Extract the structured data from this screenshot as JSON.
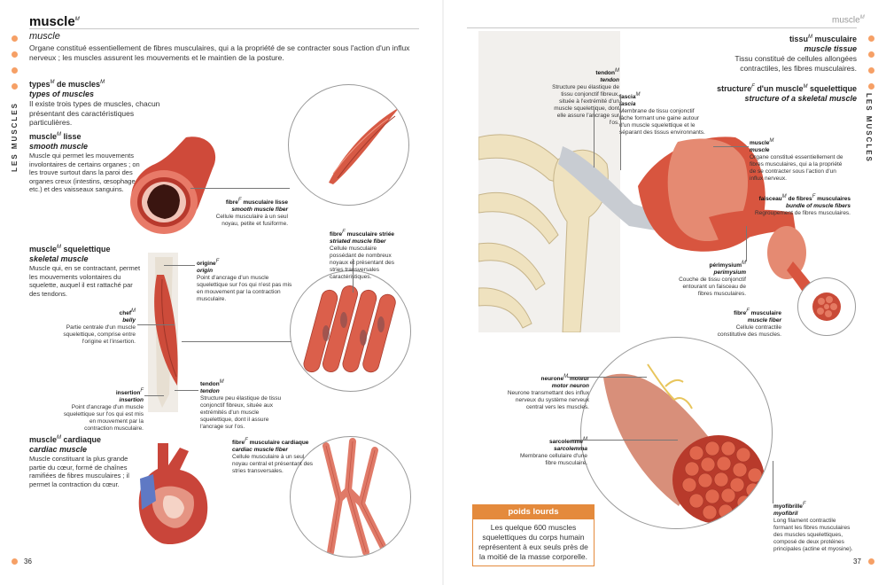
{
  "colors": {
    "accent": "#f6a066",
    "muscle": "#d8553f",
    "muscle_dark": "#a33b2c",
    "bone": "#efe4c4"
  },
  "left_page": {
    "running_head": {
      "title": "muscle",
      "gender": "M"
    },
    "vertical_label": "LES MUSCLES",
    "main": {
      "fr": "muscle",
      "desc": "Organe constitué essentiellement de fibres musculaires, qui a la propriété de se contracter sous l'action d'un influx nerveux ; les muscles assurent les mouvements et le maintien de la posture."
    },
    "types": {
      "fr": "types",
      "g1": "M",
      "fr2": "de muscles",
      "g2": "M",
      "en": "types of muscles",
      "desc": "Il existe trois types de muscles, chacun présentant des caractéristiques particulières."
    },
    "smooth": {
      "fr": "muscle",
      "g1": "M",
      "fr2": "lisse",
      "en": "smooth muscle",
      "desc": "Muscle qui permet les mouvements involontaires de certains organes ; on les trouve surtout dans la paroi des organes creux (intestins, œsophage, etc.) et des vaisseaux sanguins."
    },
    "smooth_fiber": {
      "fr": "fibre",
      "g1": "F",
      "fr2": "musculaire lisse",
      "en": "smooth muscle fiber",
      "desc": "Cellule musculaire à un seul noyau, petite et fusiforme."
    },
    "skeletal": {
      "fr": "muscle",
      "g1": "M",
      "fr2": "squelettique",
      "en": "skeletal muscle",
      "desc": "Muscle qui, en se contractant, permet les mouvements volontaires du squelette, auquel il est rattaché par des tendons."
    },
    "striated": {
      "fr": "fibre",
      "g1": "F",
      "fr2": "musculaire striée",
      "en": "striated muscle fiber",
      "desc": "Cellule musculaire possédant de nombreux noyaux et présentant des stries transversales caractéristiques."
    },
    "origin": {
      "fr": "origine",
      "g1": "F",
      "en": "origin",
      "desc": "Point d'ancrage d'un muscle squelettique sur l'os qui n'est pas mis en mouvement par la contraction musculaire."
    },
    "belly": {
      "fr": "chef",
      "g1": "M",
      "en": "belly",
      "desc": "Partie centrale d'un muscle squelettique, comprise entre l'origine et l'insertion."
    },
    "tendon": {
      "fr": "tendon",
      "g1": "M",
      "en": "tendon",
      "desc": "Structure peu élastique de tissu conjonctif fibreux, située aux extrémités d'un muscle squelettique, dont il assure l'ancrage sur l'os."
    },
    "insertion": {
      "fr": "insertion",
      "g1": "F",
      "en": "insertion",
      "desc": "Point d'ancrage d'un muscle squelettique sur l'os qui est mis en mouvement par la contraction musculaire."
    },
    "cardiac": {
      "fr": "muscle",
      "g1": "M",
      "fr2": "cardiaque",
      "en": "cardiac muscle",
      "desc": "Muscle constituant la plus grande partie du cœur, formé de chaînes ramifiées de fibres musculaires ; il permet la contraction du cœur."
    },
    "cardiac_fiber": {
      "fr": "fibre",
      "g1": "F",
      "fr2": "musculaire cardiaque",
      "en": "cardiac muscle fiber",
      "desc": "Cellule musculaire à un seul noyau central et présentant des stries transversales."
    },
    "page_number": "36"
  },
  "right_page": {
    "running_head": {
      "title": "muscle",
      "gender": "M"
    },
    "vertical_label": "LES MUSCLES",
    "tissue": {
      "fr": "tissu",
      "g1": "M",
      "fr2": "musculaire",
      "en": "muscle tissue",
      "desc": "Tissu constitué de cellules allongées contractiles, les fibres musculaires."
    },
    "structure": {
      "fr": "structure",
      "g1": "F",
      "fr2": "d'un muscle",
      "g2": "M",
      "fr3": "squelettique",
      "en": "structure of a skeletal muscle"
    },
    "tendon": {
      "fr": "tendon",
      "g1": "M",
      "en": "tendon",
      "desc": "Structure peu élastique de tissu conjonctif fibreux, située à l'extrémité d'un muscle squelettique, dont elle assure l'ancrage sur l'os."
    },
    "fascia": {
      "fr": "fascia",
      "g1": "M",
      "en": "fascia",
      "desc": "Membrane de tissu conjonctif lâche formant une gaine autour d'un muscle squelettique et le séparant des tissus environnants."
    },
    "muscle": {
      "fr": "muscle",
      "g1": "M",
      "en": "muscle",
      "desc": "Organe constitué essentiellement de fibres musculaires, qui a la propriété de se contracter sous l'action d'un influx nerveux."
    },
    "bundle": {
      "fr": "faisceau",
      "g1": "M",
      "fr2": "de fibres",
      "g2": "F",
      "fr3": "musculaires",
      "en": "bundle of muscle fibers",
      "desc": "Regroupement de fibres musculaires."
    },
    "perimysium": {
      "fr": "périmysium",
      "g1": "M",
      "en": "perimysium",
      "desc": "Couche de tissu conjonctif entourant un faisceau de fibres musculaires."
    },
    "fiber": {
      "fr": "fibre",
      "g1": "F",
      "fr2": "musculaire",
      "en": "muscle fiber",
      "desc": "Cellule contractile constitutive des muscles."
    },
    "motor_neuron": {
      "fr": "neurone",
      "g1": "M",
      "fr2": "moteur",
      "en": "motor neuron",
      "desc": "Neurone transmettant des influx nerveux du système nerveux central vers les muscles."
    },
    "sarcolemma": {
      "fr": "sarcolemme",
      "g1": "M",
      "en": "sarcolemma",
      "desc": "Membrane cellulaire d'une fibre musculaire."
    },
    "myofibril": {
      "fr": "myofibrille",
      "g1": "F",
      "en": "myofibril",
      "desc": "Long filament contractile formant les fibres musculaires des muscles squelettiques, composé de deux protéines principales (actine et myosine)."
    },
    "callout": {
      "title": "poids lourds",
      "text": "Les quelque 600 muscles squelettiques du corps humain représentent à eux seuls près de la moitié de la masse corporelle."
    },
    "page_number": "37"
  }
}
